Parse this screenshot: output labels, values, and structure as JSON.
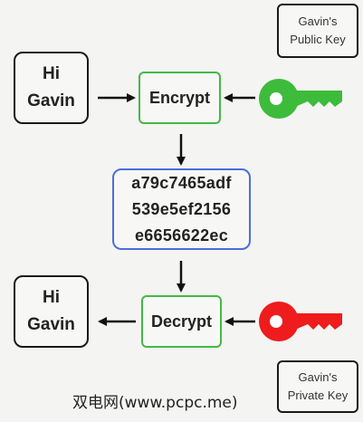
{
  "top": {
    "message": [
      "Hi",
      "Gavin"
    ],
    "operation": "Encrypt",
    "key_label": [
      "Gavin's",
      "Public Key"
    ],
    "key_color": "#3dbb3a"
  },
  "ciphertext": [
    "a79c7465adf",
    "539e5ef2156",
    "e6656622ec"
  ],
  "bottom": {
    "message": [
      "Hi",
      "Gavin"
    ],
    "operation": "Decrypt",
    "key_label": [
      "Gavin's",
      "Private Key"
    ],
    "key_color": "#ee1c1c"
  },
  "watermark": "双电网(www.pcpc.me)",
  "colors": {
    "operation_border": "#44b845",
    "ciphertext_border": "#4a6fd8"
  }
}
